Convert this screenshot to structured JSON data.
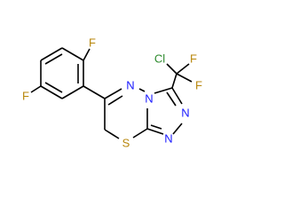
{
  "molecule": {
    "atoms": {
      "F_top": {
        "text": "F",
        "color": "#b8860b"
      },
      "F_left": {
        "text": "F",
        "color": "#b8860b"
      },
      "Cl": {
        "text": "Cl",
        "color": "#2e8b2e"
      },
      "F_cf2a": {
        "text": "F",
        "color": "#b8860b"
      },
      "F_cf2b": {
        "text": "F",
        "color": "#b8860b"
      },
      "N_ring1": {
        "text": "N",
        "color": "#1a1aff"
      },
      "N_ring2": {
        "text": "N",
        "color": "#1a1aff"
      },
      "N_tri1": {
        "text": "N",
        "color": "#1a1aff"
      },
      "N_tri2": {
        "text": "N",
        "color": "#1a1aff"
      },
      "S": {
        "text": "S",
        "color": "#b8860b"
      }
    }
  }
}
